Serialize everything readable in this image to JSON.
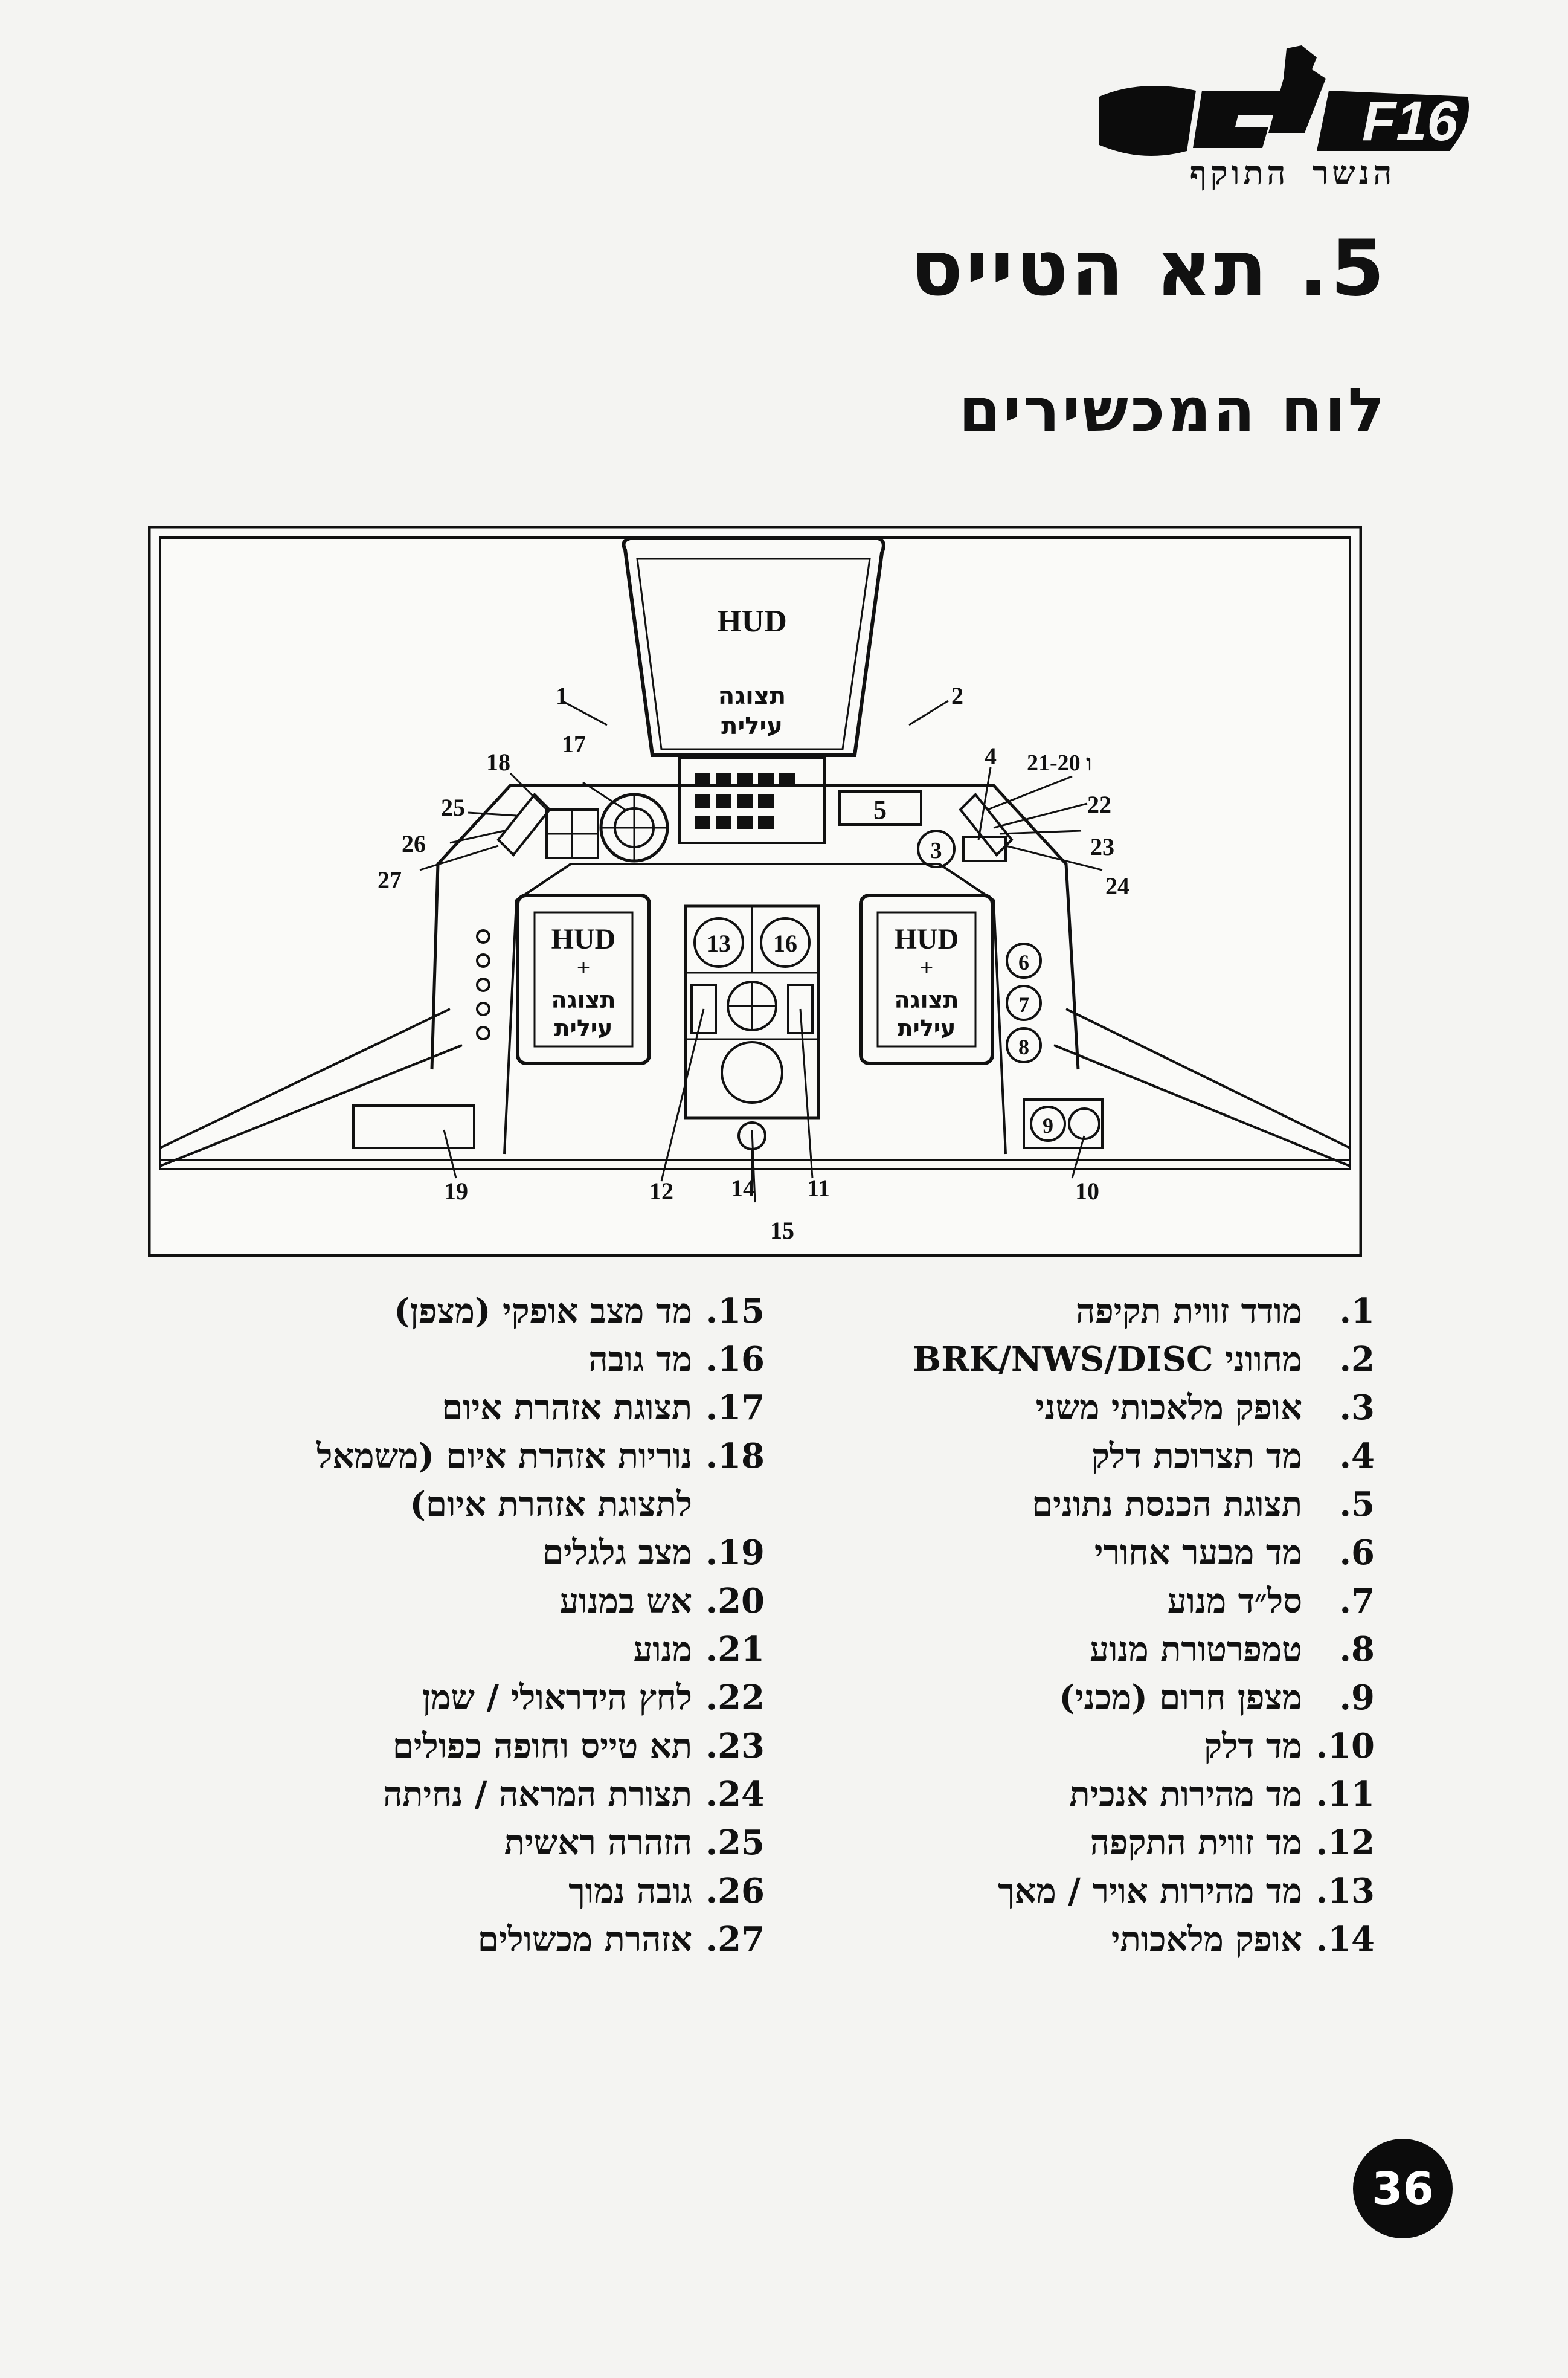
{
  "logo": {
    "text": "F16",
    "subtitle": "הנשר התוקף"
  },
  "chapter_title": "5. תא הטייס",
  "section_title": "לוח המכשירים",
  "diagram": {
    "hud_top": "HUD",
    "hud_top_sub1": "תצוגה",
    "hud_top_sub2": "עילית",
    "left_mfd_title": "HUD",
    "left_mfd_plus": "+",
    "left_mfd_sub1": "תצוגה",
    "left_mfd_sub2": "עילית",
    "right_mfd_title": "HUD",
    "right_mfd_plus": "+",
    "right_mfd_sub1": "תצוגה",
    "right_mfd_sub2": "עילית",
    "callouts": {
      "c1": "1",
      "c2": "2",
      "c4": "4",
      "c2021": "21-ו 20",
      "c22": "22",
      "c23": "23",
      "c24": "24",
      "c18": "18",
      "c17": "17",
      "c25": "25",
      "c26": "26",
      "c27": "27",
      "c19": "19",
      "c12": "12",
      "c14": "14",
      "c11": "11",
      "c10": "10",
      "c15": "15",
      "g3": "3",
      "g5": "5",
      "g6": "6",
      "g7": "7",
      "g8": "8",
      "g9": "9",
      "g13": "13",
      "g16": "16"
    }
  },
  "legend_right": [
    {
      "num": "1.",
      "text": "מודד זווית תקיפה"
    },
    {
      "num": "2.",
      "text": "מחווני BRK/NWS/DISC"
    },
    {
      "num": "3.",
      "text": "אופק מלאכותי משני"
    },
    {
      "num": "4.",
      "text": "מד תצרוכת דלק"
    },
    {
      "num": "5.",
      "text": "תצוגת הכנסת נתונים"
    },
    {
      "num": "6.",
      "text": "מד מבער אחורי"
    },
    {
      "num": "7.",
      "text": "סל״ד מנוע"
    },
    {
      "num": "8.",
      "text": "טמפרטורת מנוע"
    },
    {
      "num": "9.",
      "text": "מצפן חרום (מכני)"
    },
    {
      "num": "10.",
      "text": "מד דלק"
    },
    {
      "num": "11.",
      "text": "מד מהירות אנכית"
    },
    {
      "num": "12.",
      "text": "מד זווית התקפה"
    },
    {
      "num": "13.",
      "text": "מד מהירות אויר / מאך"
    },
    {
      "num": "14.",
      "text": "אופק מלאכותי"
    }
  ],
  "legend_left": [
    {
      "num": "15.",
      "text": "מד מצב אופקי (מצפן)"
    },
    {
      "num": "16.",
      "text": "מד גובה"
    },
    {
      "num": "17.",
      "text": "תצוגת אזהרת איום"
    },
    {
      "num": "18.",
      "text": "נוריות אזהרת איום (משמאל"
    },
    {
      "num": "",
      "text": "לתצוגת אזהרת איום)"
    },
    {
      "num": "19.",
      "text": "מצב גלגלים"
    },
    {
      "num": "20.",
      "text": "אש במנוע"
    },
    {
      "num": "21.",
      "text": "מנוע"
    },
    {
      "num": "22.",
      "text": "לחץ הידראולי / שמן"
    },
    {
      "num": "23.",
      "text": "תא טייס וחופה כפולים"
    },
    {
      "num": "24.",
      "text": "תצורת המראה / נחיתה"
    },
    {
      "num": "25.",
      "text": "הזהרה ראשית"
    },
    {
      "num": "26.",
      "text": "גובה נמוך"
    },
    {
      "num": "27.",
      "text": "אזהרת מכשולים"
    }
  ],
  "page_number": "36"
}
